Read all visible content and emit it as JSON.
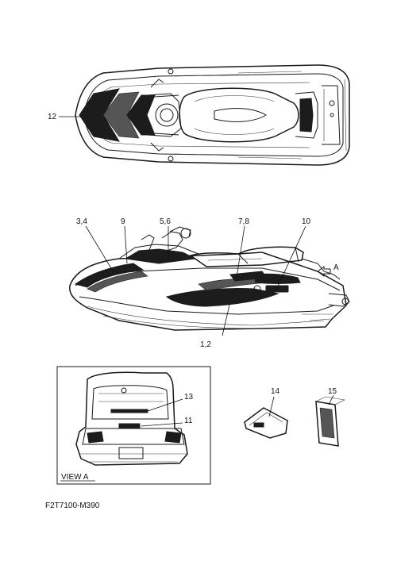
{
  "callouts": {
    "c12": "12",
    "c34": "3,4",
    "c9": "9",
    "c56": "5,6",
    "c78": "7,8",
    "c10": "10",
    "c12b": "1,2",
    "c13": "13",
    "c11": "11",
    "c14": "14",
    "c15": "15"
  },
  "view_arrow_label": "A",
  "inset_label": "VIEW A",
  "drawing_code": "F2T7100-M390",
  "colors": {
    "line": "#1a1a1a",
    "decal": "#1c1c1c",
    "background": "#ffffff"
  }
}
